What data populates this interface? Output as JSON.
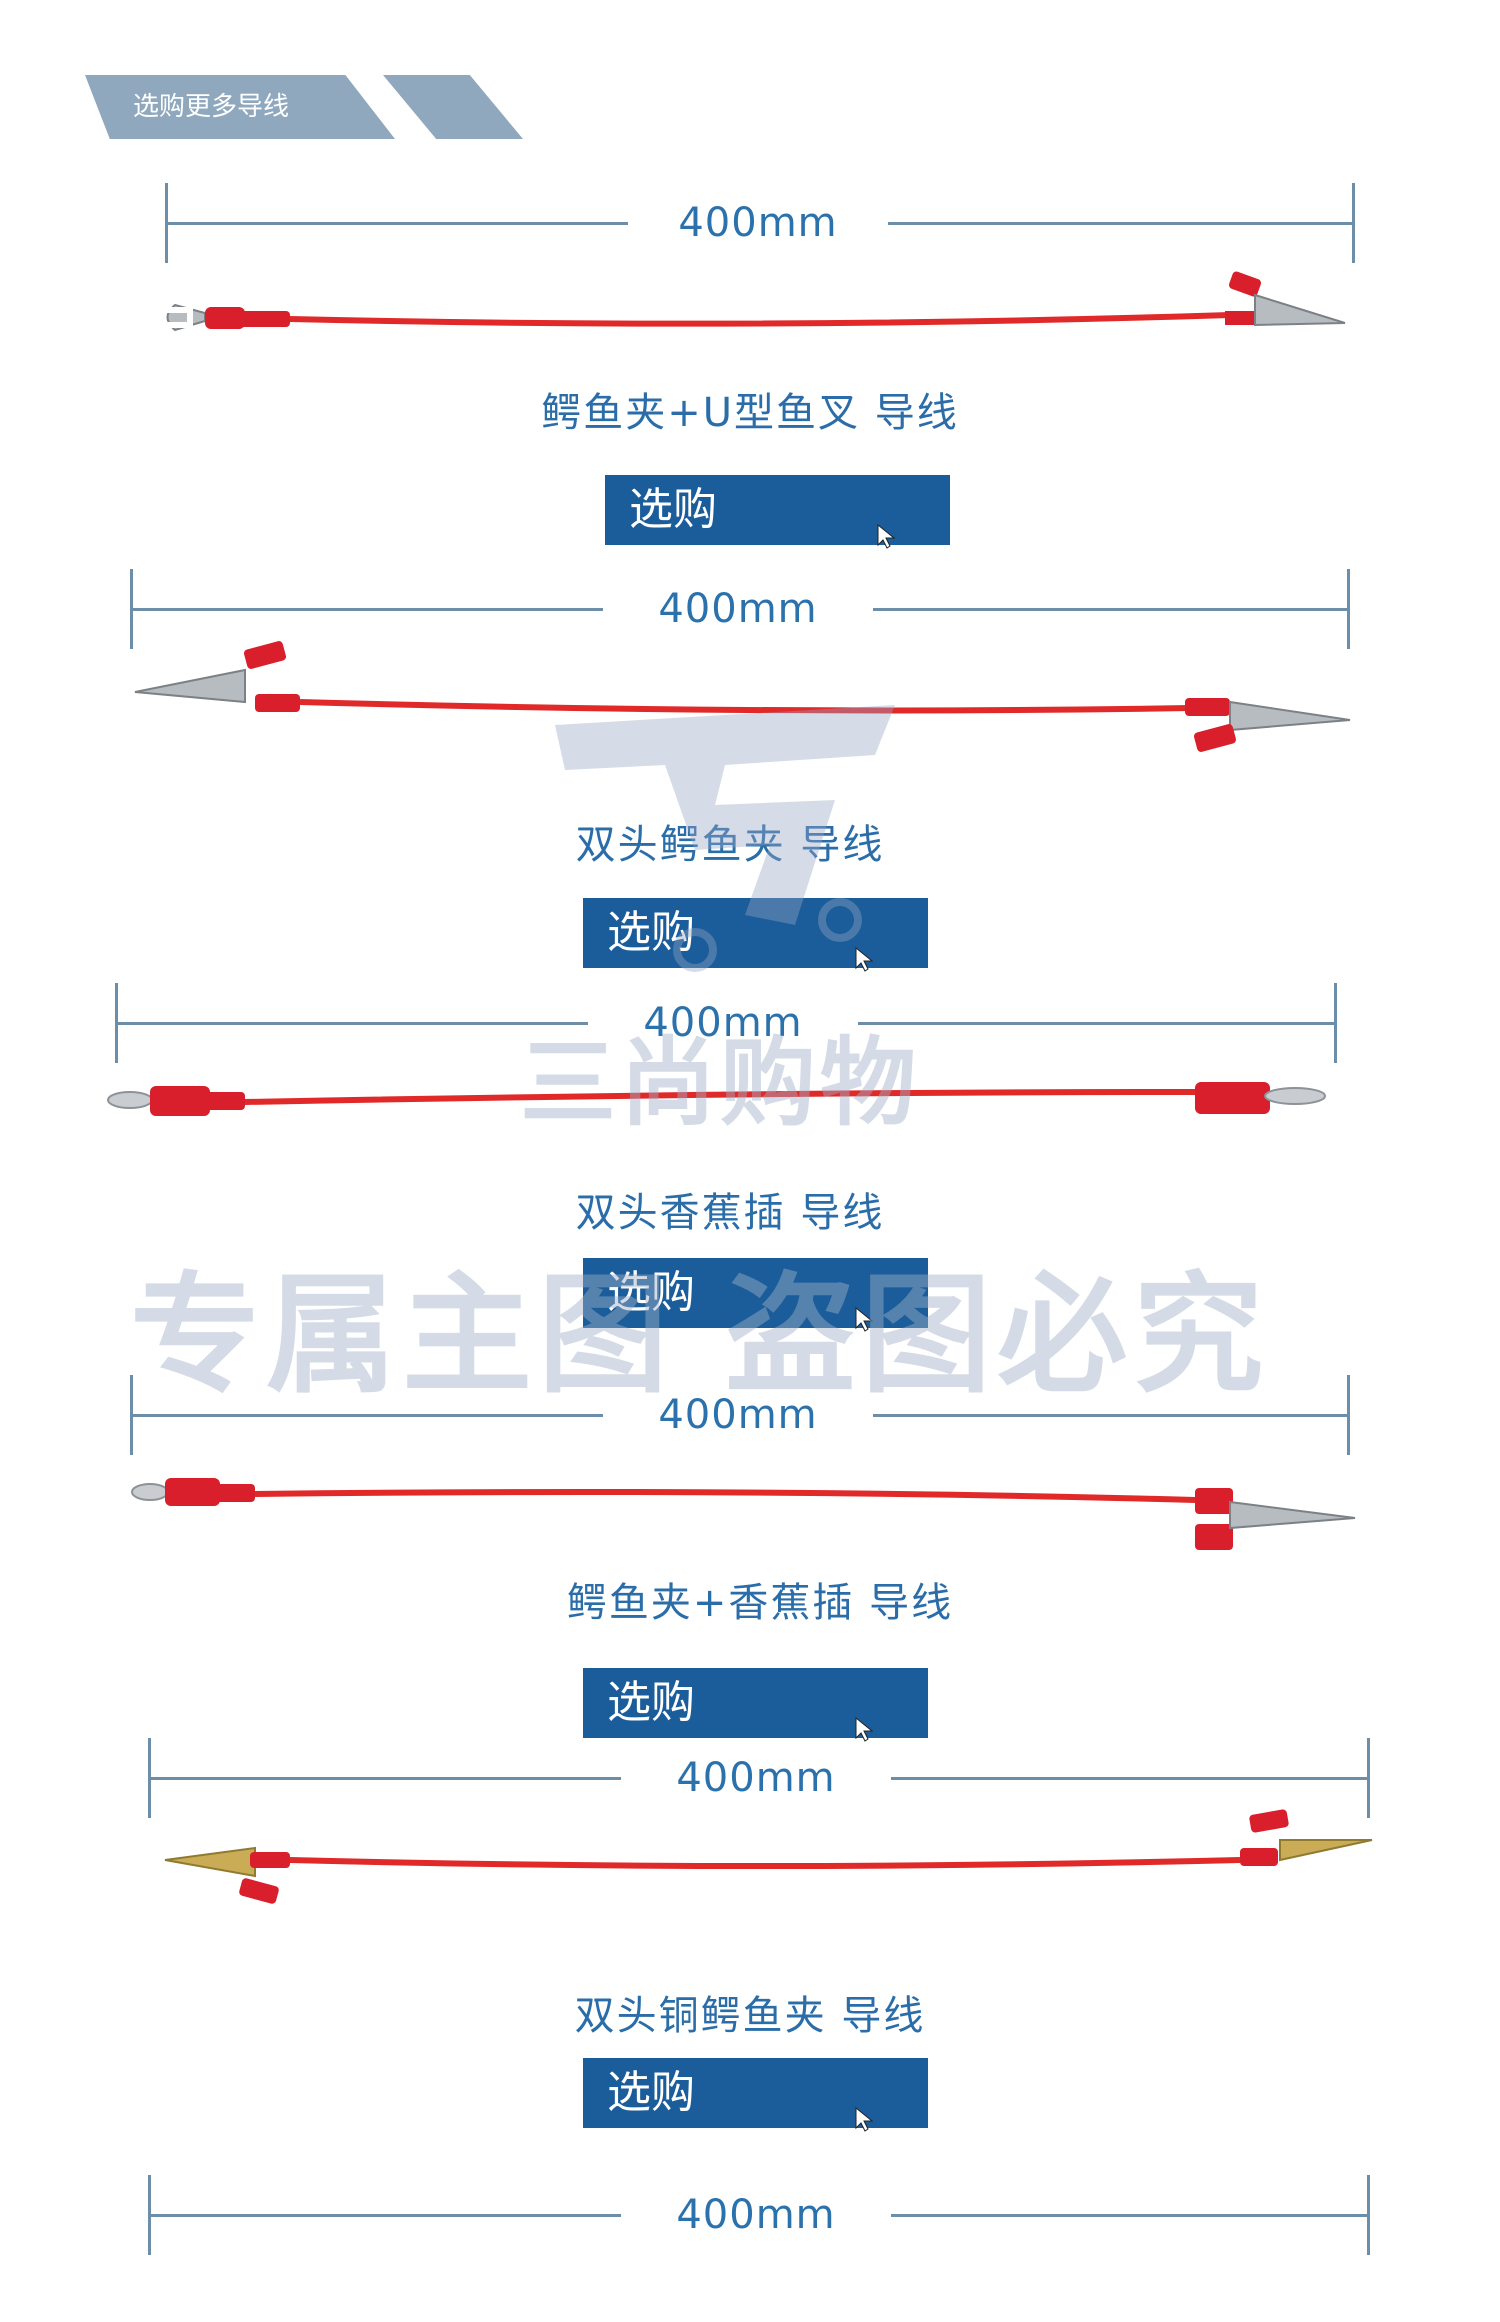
{
  "header": {
    "banner_label": "选购更多导线"
  },
  "length_label": "400mm",
  "products": [
    {
      "name": "鳄鱼夹+U型鱼叉  导线",
      "button_label": "选购"
    },
    {
      "name": "双头鳄鱼夹  导线",
      "button_label": "选购"
    },
    {
      "name": "双头香蕉插  导线",
      "button_label": "选购"
    },
    {
      "name": "鳄鱼夹+香蕉插  导线",
      "button_label": "选购"
    },
    {
      "name": "双头铜鳄鱼夹  导线",
      "button_label": "选购"
    }
  ],
  "watermark": {
    "brand": "三尚购物",
    "notice": "专属主图  盗图必究"
  },
  "colors": {
    "accent": "#1a5d9a",
    "dimension": "#6d8ea8",
    "wire": "#e02a2a",
    "banner": "#8fa8bd"
  }
}
